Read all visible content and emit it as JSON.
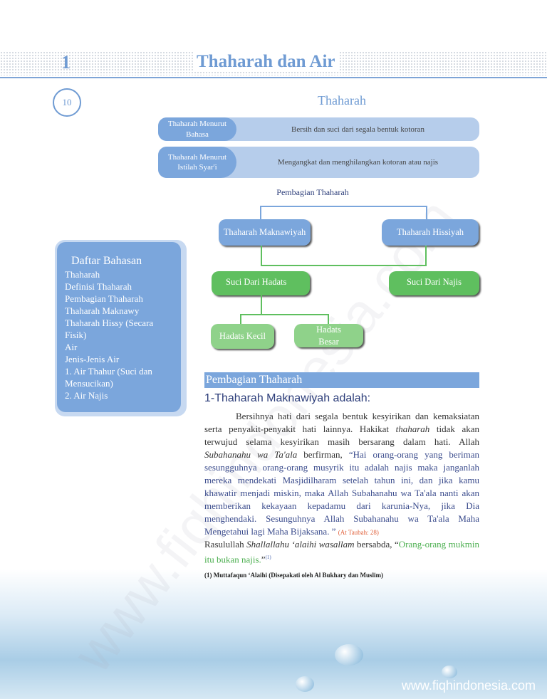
{
  "header": {
    "chapter_number": "1",
    "chapter_title": "Thaharah dan Air",
    "page_number": "10",
    "section_title": "Thaharah"
  },
  "definitions": [
    {
      "label": "Thaharah Menurut Bahasa",
      "value": "Bersih dan suci dari segala bentuk kotoran"
    },
    {
      "label": "Thaharah Menurut Istilah Syar'i",
      "value": "Mengangkat dan menghilangkan kotoran atau najis"
    }
  ],
  "diagram": {
    "title": "Pembagian Thaharah",
    "level1": [
      "Thaharah Maknawiyah",
      "Thaharah Hissiyah"
    ],
    "level2": [
      "Suci Dari Hadats",
      "Suci Dari Najis"
    ],
    "level3": [
      "Hadats Kecil",
      "Hadats Besar"
    ]
  },
  "sidebar": {
    "title": "Daftar Bahasan",
    "items": [
      "Thaharah",
      "Definisi Thaharah",
      "Pembagian Thaharah",
      "Thaharah Maknawy",
      "Thaharah Hissy  (Secara Fisik)",
      "Air",
      "Jenis-Jenis Air",
      "1. Air Thahur (Suci dan Mensucikan)",
      "2. Air Najis"
    ]
  },
  "content": {
    "section_bar": "Pembagian Thaharah",
    "heading": "1-Thaharah Maknawiyah adalah:",
    "p1_a": "Bersihnya hati dari segala bentuk kesyirikan dan kemaksiatan serta penyakit-penyakit hati lainnya. Hakikat ",
    "p1_em": "thaharah",
    "p1_b": " tidak akan terwujud selama kesyirikan masih bersarang dalam hati. Allah ",
    "p1_em2": "Subahanahu wa Ta'ala",
    "p1_c": " berfirman, ",
    "p1_quote": "“Hai orang-orang yang beriman sesungguhnya orang-orang musyrik itu adalah najis maka janganlah mereka mendekati Masjidilharam setelah tahun ini, dan jika kamu khawatir menjadi miskin, maka Allah Subahanahu wa Ta'ala nanti akan memberikan kekayaan kepadamu dari karunia-Nya, jika Dia menghendaki. Sesunguhnya Allah Subahanahu wa Ta'ala Maha Mengetahui lagi Maha Bijaksana. ”",
    "p1_ref": "(At Taubah: 28)",
    "p2_a": "Rasulullah ",
    "p2_em": "Shallallahu ‘alaihi wasallam",
    "p2_b": " bersabda, “",
    "p2_quote": "Orang-orang mukmin itu bukan najis.",
    "p2_c": "”",
    "p2_sup": "(1)",
    "footnote": "(1) Muttafaqun  ‘Alaihi (Disepakati oleh Al Bukhary dan Muslim)"
  },
  "watermark": "www.fiqhindonesia.com",
  "footer_url": "www.fiqhindonesia.com"
}
